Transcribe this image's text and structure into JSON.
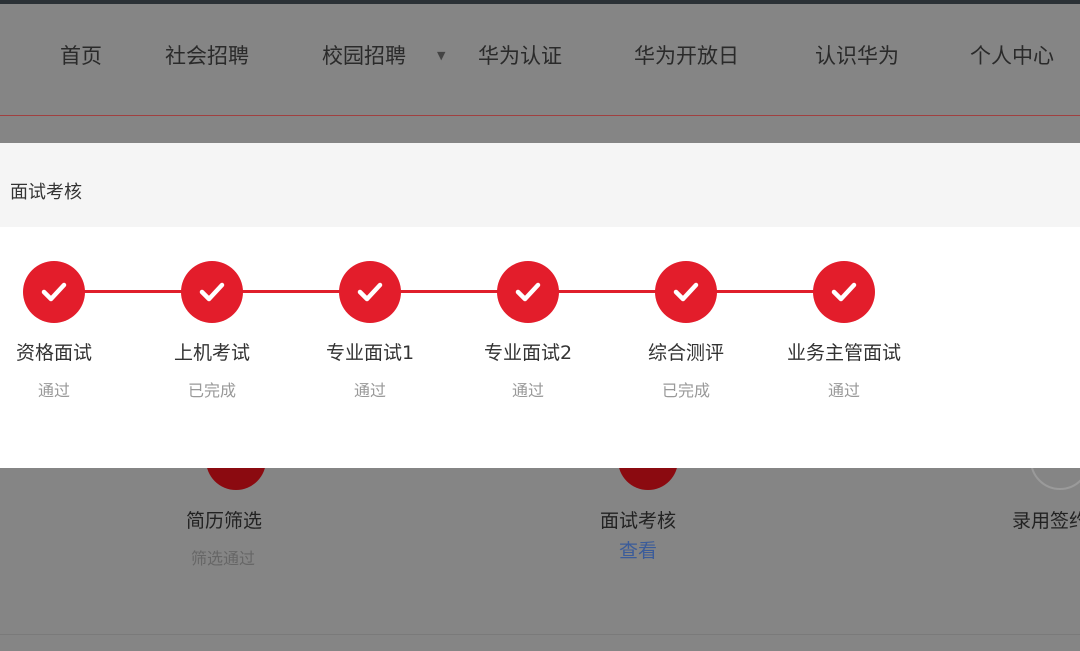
{
  "nav": {
    "items": [
      "首页",
      "社会招聘",
      "校园招聘",
      "华为认证",
      "华为开放日",
      "认识华为",
      "个人中心"
    ]
  },
  "background_steps": [
    {
      "label": "简历筛选",
      "status": "筛选通过"
    },
    {
      "label": "面试考核",
      "status": "查看"
    },
    {
      "label": "录用签约",
      "status": ""
    }
  ],
  "modal": {
    "title": "面试考核",
    "steps": [
      {
        "label": "资格面试",
        "status": "通过"
      },
      {
        "label": "上机考试",
        "status": "已完成"
      },
      {
        "label": "专业面试1",
        "status": "通过"
      },
      {
        "label": "专业面试2",
        "status": "通过"
      },
      {
        "label": "综合测评",
        "status": "已完成"
      },
      {
        "label": "业务主管面试",
        "status": "通过"
      }
    ]
  },
  "colors": {
    "accent": "#e31d2b",
    "link": "#3b5c9a"
  }
}
